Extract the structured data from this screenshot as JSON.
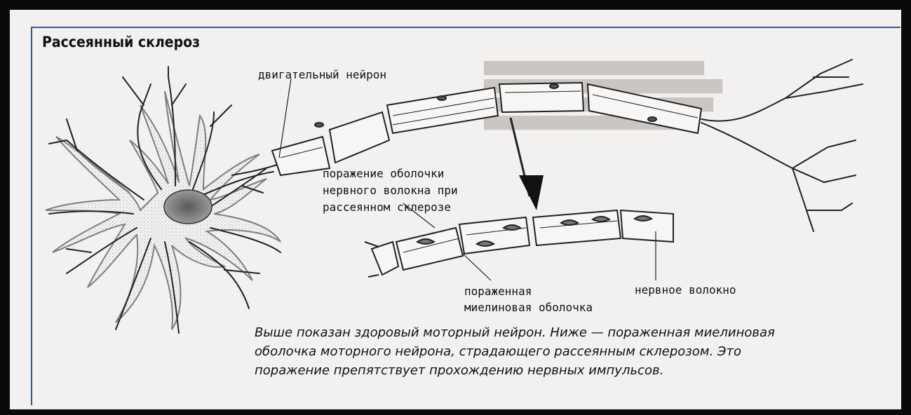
{
  "title": "Рассеянный склероз",
  "labels": {
    "motor_neuron": "двигательный нейрон",
    "sheath_damage": [
      "поражение оболочки",
      "нервного волокна при",
      "рассеянном склерозе"
    ],
    "damaged_myelin": [
      "пораженная",
      "миелиновая оболочка"
    ],
    "nerve_fiber": "нервное волокно"
  },
  "caption": [
    "Выше показан здоровый моторный нейрон. Ниже — пораженная миелиновая",
    "оболочка моторного нейрона, страдающего рассеянным склерозом. Это",
    "поражение препятствует прохождению нервных импульсов."
  ]
}
